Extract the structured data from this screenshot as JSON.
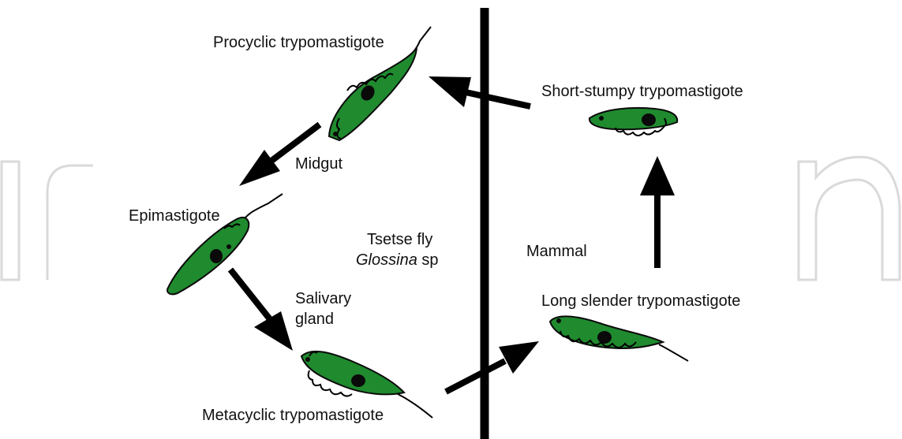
{
  "colors": {
    "cell_fill": "#1f8a2e",
    "cell_outline": "#0a0a0a",
    "nucleus": "#0a0a0a",
    "arrow": "#000000",
    "divider": "#000000",
    "watermark": "#d9d9d9"
  },
  "divider": {
    "label_left": "Tsetse fly",
    "label_left_species_italic": "Glossina",
    "label_left_species_suffix": "sp",
    "label_right": "Mammal"
  },
  "stages": {
    "procyclic": "Procyclic trypomastigote",
    "epimastigote": "Epimastigote",
    "metacyclic": "Metacyclic trypomastigote",
    "long_slender": "Long slender trypomastigote",
    "short_stumpy": "Short-stumpy trypomastigote"
  },
  "locations": {
    "midgut": "Midgut",
    "salivary_line1": "Salivary",
    "salivary_line2": "gland"
  },
  "icons": {
    "cell": "trypanosome-icon",
    "arrow": "arrow-icon",
    "watermark": "watermark-letters"
  }
}
